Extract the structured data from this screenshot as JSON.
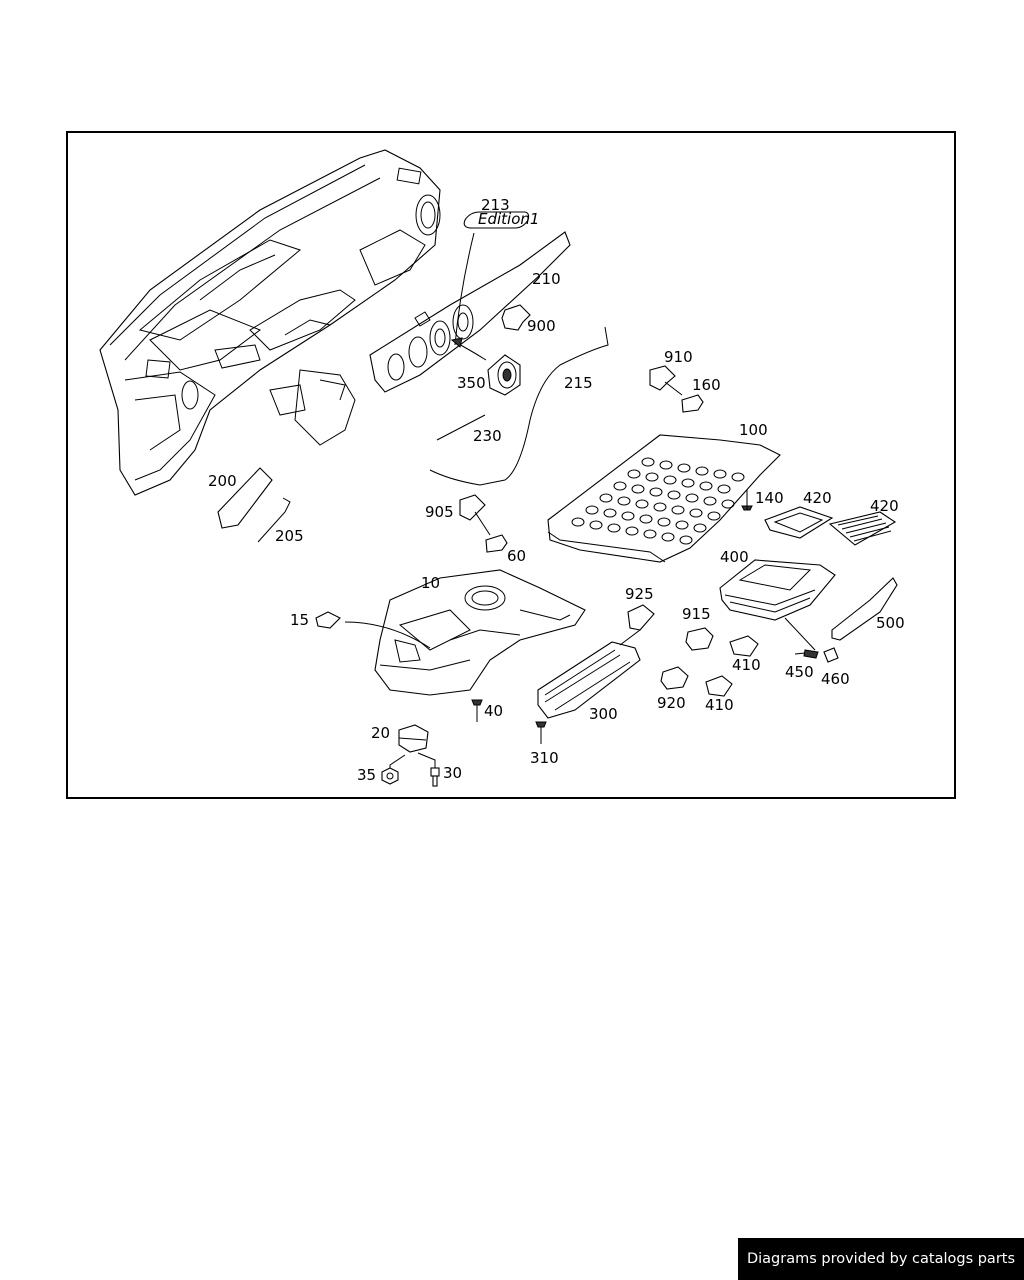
{
  "badge": {
    "label": "Edition1"
  },
  "callouts": {
    "c213": "213",
    "c210": "210",
    "c900": "900",
    "c350": "350",
    "c215": "215",
    "c910": "910",
    "c160": "160",
    "c100": "100",
    "c230": "230",
    "c140": "140",
    "c420a": "420",
    "c420b": "420",
    "c200": "200",
    "c205": "205",
    "c905": "905",
    "c60": "60",
    "c400": "400",
    "c10": "10",
    "c925": "925",
    "c915": "915",
    "c500": "500",
    "c15": "15",
    "c410a": "410",
    "c450": "450",
    "c460": "460",
    "c920": "920",
    "c410b": "410",
    "c40": "40",
    "c300": "300",
    "c20": "20",
    "c310": "310",
    "c35": "35",
    "c30": "30"
  },
  "footer": {
    "text": "Diagrams provided by catalogs parts"
  }
}
